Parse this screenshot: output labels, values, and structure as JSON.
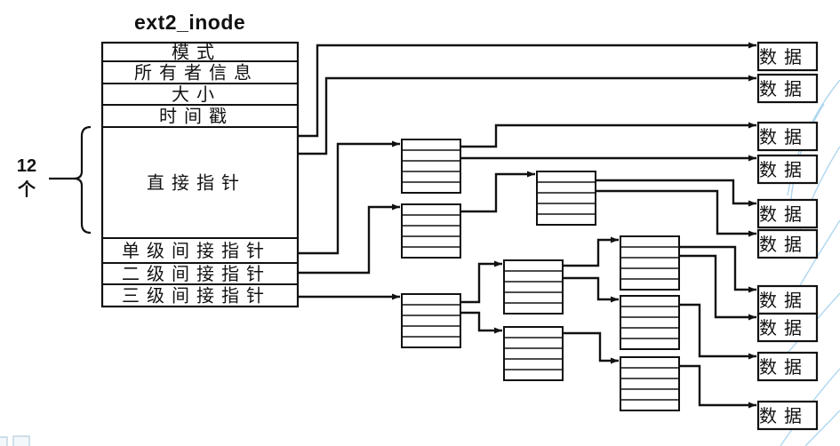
{
  "title": "ext2_inode",
  "side_label": {
    "count": "12",
    "unit": "个"
  },
  "inode": {
    "rows": [
      {
        "id": "mode",
        "label": "模式"
      },
      {
        "id": "owner-info",
        "label": "所有者信息"
      },
      {
        "id": "size",
        "label": "大小"
      },
      {
        "id": "timestamps",
        "label": "时间戳"
      },
      {
        "id": "direct-pointers",
        "label": "直接指针"
      },
      {
        "id": "single-indirect-pointer",
        "label": "单级间接指针"
      },
      {
        "id": "double-indirect-pointer",
        "label": "二级间接指针"
      },
      {
        "id": "triple-indirect-pointer",
        "label": "三级间接指针"
      }
    ]
  },
  "pointer_blocks": [
    {
      "id": "single-indirect-block",
      "cells": 5
    },
    {
      "id": "double-indirect-block-l1",
      "cells": 5
    },
    {
      "id": "double-indirect-block-l2",
      "cells": 5
    },
    {
      "id": "triple-indirect-block-l1",
      "cells": 5
    },
    {
      "id": "triple-indirect-block-l2a",
      "cells": 5
    },
    {
      "id": "triple-indirect-block-l2b",
      "cells": 5
    },
    {
      "id": "triple-indirect-block-l3a",
      "cells": 5
    },
    {
      "id": "triple-indirect-block-l3b",
      "cells": 5
    },
    {
      "id": "triple-indirect-block-l3c",
      "cells": 5
    }
  ],
  "data_blocks": [
    {
      "label": "数据"
    },
    {
      "label": "数据"
    },
    {
      "label": "数据"
    },
    {
      "label": "数据"
    },
    {
      "label": "数据"
    },
    {
      "label": "数据"
    },
    {
      "label": "数据"
    },
    {
      "label": "数据"
    },
    {
      "label": "数据"
    },
    {
      "label": "数据"
    }
  ],
  "colors": {
    "line": "#111111",
    "background": "#ffffff",
    "decor": "#a5d1ee"
  }
}
